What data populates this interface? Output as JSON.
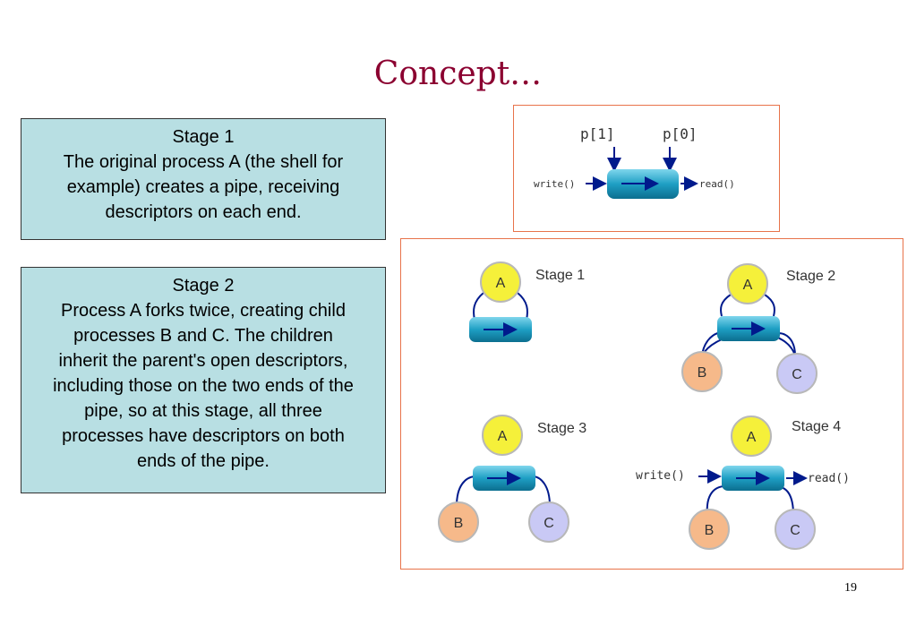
{
  "title": "Concept…",
  "stage1_box": {
    "heading": "Stage 1",
    "lines": [
      "The original process A (the shell for",
      "example) creates a pipe, receiving",
      "descriptors on each end."
    ]
  },
  "stage2_box": {
    "heading": "Stage 2",
    "lines": [
      "Process A forks twice, creating child",
      "processes B and C. The children",
      "inherit the parent's open descriptors,",
      "including those on the two ends of the",
      "pipe, so at this stage, all three",
      "processes have descriptors on both",
      "ends of the pipe."
    ]
  },
  "pipe_diagram": {
    "write_end": "p[1]",
    "read_end": "p[0]",
    "write_call": "write()",
    "read_call": "read()"
  },
  "stages_diagram": {
    "stage_labels": [
      "Stage 1",
      "Stage 2",
      "Stage 3",
      "Stage 4"
    ],
    "process_labels": {
      "a": "A",
      "b": "B",
      "c": "C"
    },
    "write_call": "write()",
    "read_call": "read()"
  },
  "colors": {
    "title": "#8b0030",
    "box_fill": "#b8dfe3",
    "frame_border": "#e8734a",
    "process_a": "#f5f03a",
    "process_b": "#f6b98a",
    "process_c": "#c9c9f5",
    "pipe": "#1e9fc4",
    "arrow": "#001a8c"
  },
  "page_number": "19"
}
